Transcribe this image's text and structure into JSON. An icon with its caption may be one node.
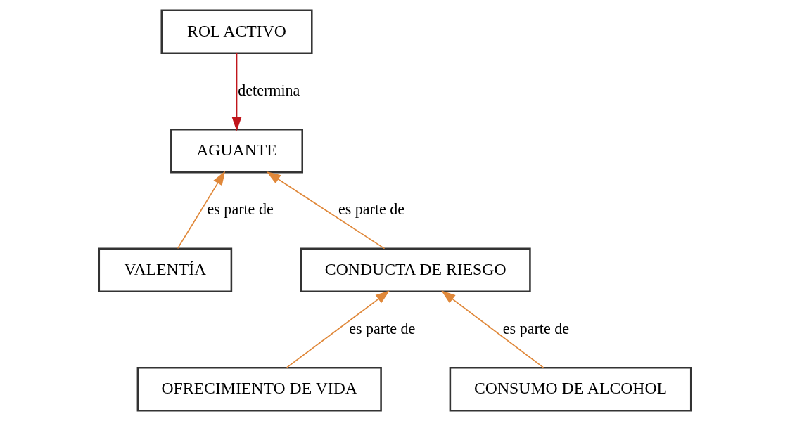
{
  "diagram": {
    "nodes": [
      {
        "text": [
          "ROL ACTIVO"
        ]
      },
      {
        "text": [
          "AGUANTE"
        ]
      },
      {
        "text": [
          "VALENTÍA"
        ]
      },
      {
        "text": [
          "CONDUCTA DE RIESGO"
        ]
      },
      {
        "text": [
          "OFRECIMIENTO DE VIDA"
        ]
      },
      {
        "text": [
          "CONSUMO DE ALCOHOL"
        ]
      }
    ],
    "edges": [
      {
        "from": 0,
        "to": 1,
        "arrow": "to",
        "label": "determina",
        "color": "#c0161c"
      },
      {
        "from": 2,
        "to": 1,
        "arrow": "to",
        "label": "es parte de"
      },
      {
        "from": 3,
        "to": 1,
        "arrow": "to",
        "label": "es parte de"
      },
      {
        "from": 4,
        "to": 3,
        "arrow": "to",
        "label": "es parte de"
      },
      {
        "from": 5,
        "to": 3,
        "arrow": "to",
        "label": "es parte de"
      }
    ]
  }
}
